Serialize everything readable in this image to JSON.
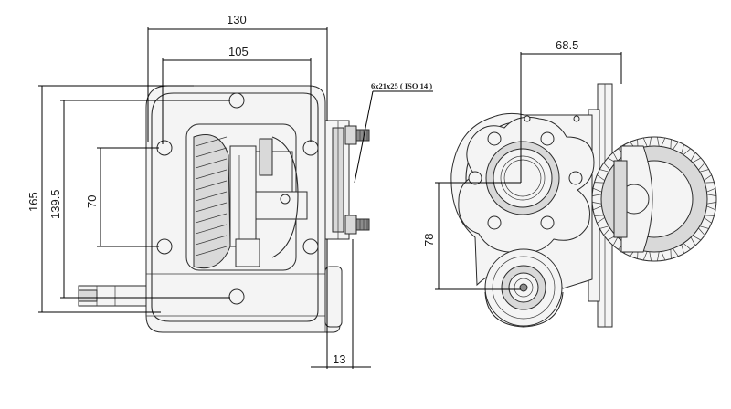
{
  "dimensions": {
    "width_130": "130",
    "width_105": "105",
    "height_165": "165",
    "height_139_5": "139.5",
    "height_70": "70",
    "offset_13": "13",
    "offset_68_5": "68.5",
    "height_78": "78"
  },
  "spec_label": "6x21x25 ( ISO 14 )"
}
